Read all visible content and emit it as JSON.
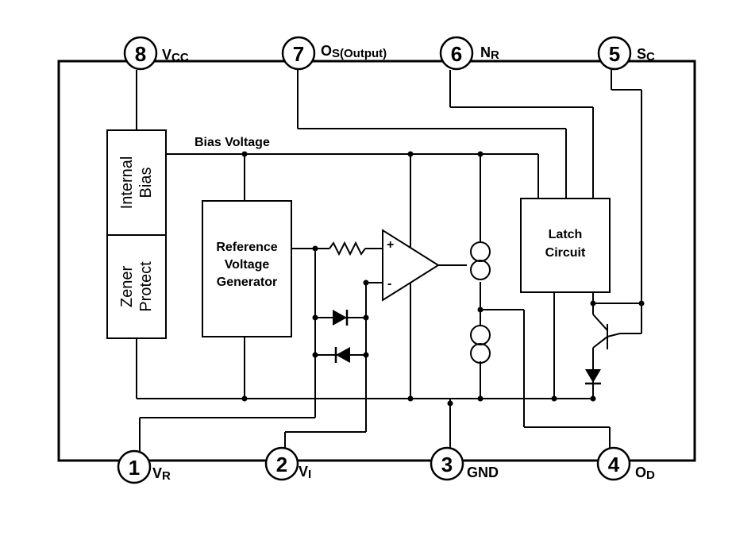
{
  "pins": [
    {
      "number": "8",
      "name": "V",
      "sub": "CC"
    },
    {
      "number": "7",
      "name": "O",
      "sub": "S(Output)"
    },
    {
      "number": "6",
      "name": "N",
      "sub": "R"
    },
    {
      "number": "5",
      "name": "S",
      "sub": "C"
    },
    {
      "number": "1",
      "name": "V",
      "sub": "R"
    },
    {
      "number": "2",
      "name": "V",
      "sub": "I"
    },
    {
      "number": "3",
      "name": "GND",
      "sub": ""
    },
    {
      "number": "4",
      "name": "O",
      "sub": "D"
    }
  ],
  "blocks": {
    "internal_bias": [
      "Internal",
      "Bias"
    ],
    "zener_protect": [
      "Zener",
      "Protect"
    ],
    "reference": [
      "Reference",
      "Voltage",
      "Generator"
    ],
    "latch": [
      "Latch",
      "Circuit"
    ]
  },
  "labels": {
    "bias_voltage": "Bias Voltage",
    "opamp_plus": "+",
    "opamp_minus": "-"
  }
}
